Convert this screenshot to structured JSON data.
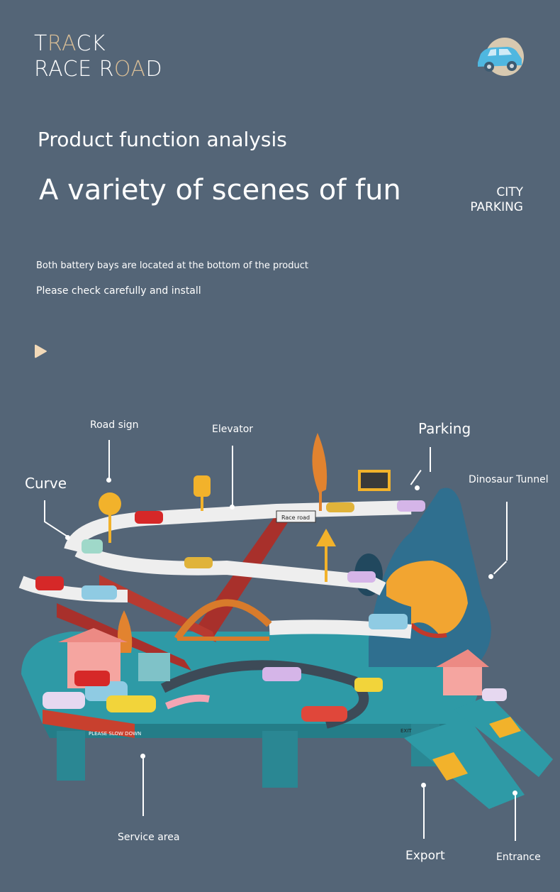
{
  "brand": {
    "line1_a": "T",
    "line1_b": "RA",
    "line1_c": "CK",
    "line2_a": "RACE R",
    "line2_b": "OA",
    "line2_c": "D"
  },
  "header": {
    "subtitle": "Product function analysis",
    "title": "A variety of scenes of fun",
    "tag_line1": "CITY",
    "tag_line2": "PARKING"
  },
  "notes": {
    "battery": "Both battery bays are located at the bottom of the product",
    "install": "Please check carefully and install"
  },
  "labels": {
    "road_sign": "Road sign",
    "elevator": "Elevator",
    "parking": "Parking",
    "curve": "Curve",
    "dinosaur_tunnel": "Dinosaur Tunnel",
    "service_area": "Service area",
    "export": "Export",
    "entrance": "Entrance"
  },
  "signage": {
    "race_road": "Race road",
    "please_slow_down": "PLEASE SLOW DOWN",
    "exit": "EXIT"
  },
  "colors": {
    "background": "#546577",
    "accent_gold": "#d6bc96",
    "track_white": "#eeeeee",
    "base_teal": "#2e9aa6",
    "ramp_red": "#a8302b",
    "dino_orange": "#f2a531",
    "mountain_blue": "#2f6f8f",
    "bridge_orange": "#d87b2b"
  }
}
